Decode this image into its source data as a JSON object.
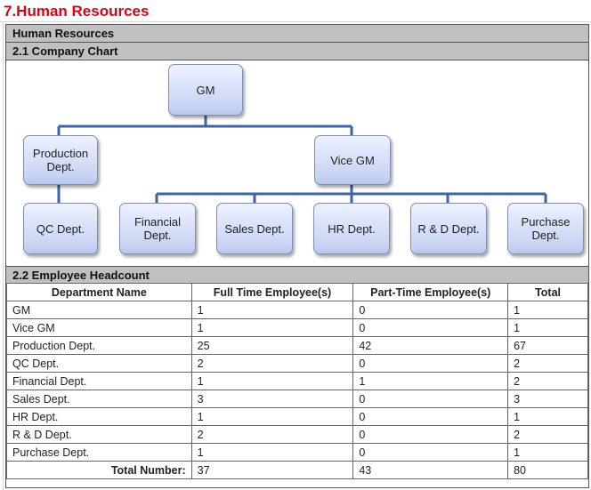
{
  "heading": "7.Human Resources",
  "section_title": "Human Resources",
  "chart_section_title": "2.1 Company Chart",
  "org_chart": {
    "gm": "GM",
    "production": "Production\nDept.",
    "vice_gm": "Vice GM",
    "qc": "QC Dept.",
    "financial": "Financial\nDept.",
    "sales": "Sales Dept.",
    "hr": "HR Dept.",
    "rd": "R & D Dept.",
    "purchase": "Purchase\nDept."
  },
  "headcount_section_title": "2.2 Employee Headcount",
  "table": {
    "headers": [
      "Department Name",
      "Full Time Employee(s)",
      "Part-Time Employee(s)",
      "Total"
    ],
    "rows": [
      [
        "GM",
        "1",
        "0",
        "1"
      ],
      [
        "Vice GM",
        "1",
        "0",
        "1"
      ],
      [
        "Production Dept.",
        "25",
        "42",
        "67"
      ],
      [
        "QC Dept.",
        "2",
        "0",
        "2"
      ],
      [
        "Financial Dept.",
        "1",
        "1",
        "2"
      ],
      [
        "Sales Dept.",
        "3",
        "0",
        "3"
      ],
      [
        "HR Dept.",
        "1",
        "0",
        "1"
      ],
      [
        "R & D Dept.",
        "2",
        "0",
        "2"
      ],
      [
        "Purchase Dept.",
        "1",
        "0",
        "1"
      ]
    ],
    "total_label": "Total Number:",
    "total_full_time": "37",
    "total_part_time": "43",
    "total": "80"
  }
}
